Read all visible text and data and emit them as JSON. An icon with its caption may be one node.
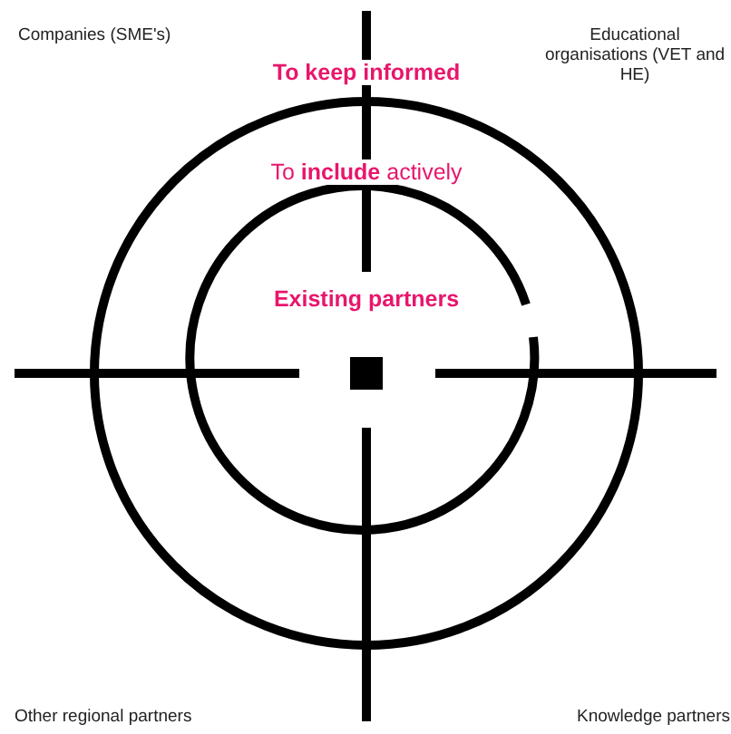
{
  "diagram": {
    "labels": [
      "Companies (SME's)",
      "Educational organisations (VET and HE)",
      "To keep informed",
      "To **include** actively",
      "Existing partners",
      "Other regional partners",
      "Knowledge partners"
    ]
  }
}
